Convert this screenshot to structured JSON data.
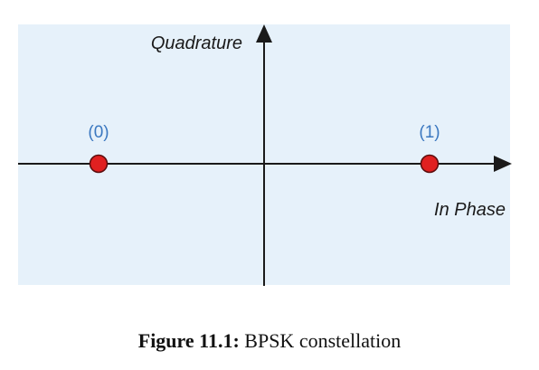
{
  "diagram": {
    "y_axis_label": "Quadrature",
    "x_axis_label": "In Phase",
    "panel_color": "#e6f1fa",
    "point_color": "#e02020",
    "label_color": "#3b78c0",
    "points": [
      {
        "label": "(0)",
        "value": -1
      },
      {
        "label": "(1)",
        "value": 1
      }
    ]
  },
  "caption": {
    "label": "Figure 11.1:",
    "text": " BPSK constellation"
  }
}
